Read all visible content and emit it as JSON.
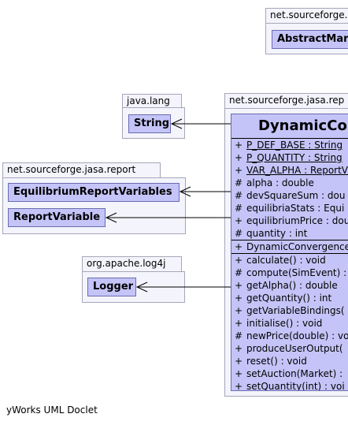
{
  "packages": {
    "abstract_pkg": {
      "name": "net.sourceforge.",
      "class_name": "AbstractMar"
    },
    "java_lang": {
      "name": "java.lang",
      "class_name": "String"
    },
    "jasa_report": {
      "name": "net.sourceforge.jasa.report",
      "classes": [
        "EquilibriumReportVariables",
        "ReportVariable"
      ]
    },
    "log4j": {
      "name": "org.apache.log4j",
      "class_name": "Logger"
    },
    "main_pkg": {
      "name": "net.sourceforge.jasa.rep"
    }
  },
  "main_class": {
    "name": "DynamicConv",
    "static_fields": [
      {
        "vis": "+",
        "text": "P_DEF_BASE : String"
      },
      {
        "vis": "+",
        "text": "P_QUANTITY : String"
      },
      {
        "vis": "+",
        "text": "VAR_ALPHA : ReportV"
      }
    ],
    "fields": [
      {
        "vis": "#",
        "text": "alpha : double"
      },
      {
        "vis": "#",
        "text": "devSquareSum : dou"
      },
      {
        "vis": "#",
        "text": "equilibriaStats : Equi"
      },
      {
        "vis": "+",
        "text": "equilibriumPrice : dou"
      },
      {
        "vis": "#",
        "text": "quantity : int"
      }
    ],
    "constructors": [
      {
        "vis": "+",
        "text": "DynamicConvergence"
      }
    ],
    "methods": [
      {
        "vis": "+",
        "text": "calculate() : void"
      },
      {
        "vis": "#",
        "text": "compute(SimEvent) :"
      },
      {
        "vis": "+",
        "text": "getAlpha() : double"
      },
      {
        "vis": "+",
        "text": "getQuantity() : int"
      },
      {
        "vis": "+",
        "text": "getVariableBindings("
      },
      {
        "vis": "+",
        "text": "initialise() : void"
      },
      {
        "vis": "#",
        "text": "newPrice(double) : vo"
      },
      {
        "vis": "+",
        "text": "produceUserOutput("
      },
      {
        "vis": "+",
        "text": "reset() : void"
      },
      {
        "vis": "+",
        "text": "setAuction(Market) :"
      },
      {
        "vis": "+",
        "text": "setQuantity(int) : voi"
      }
    ]
  },
  "footer": "yWorks UML Doclet",
  "colors": {
    "class_fill": "#c4c4f8",
    "class_border": "#6b6bb0",
    "package_fill": "#f4f4fc",
    "package_border": "#a6a6b8"
  }
}
